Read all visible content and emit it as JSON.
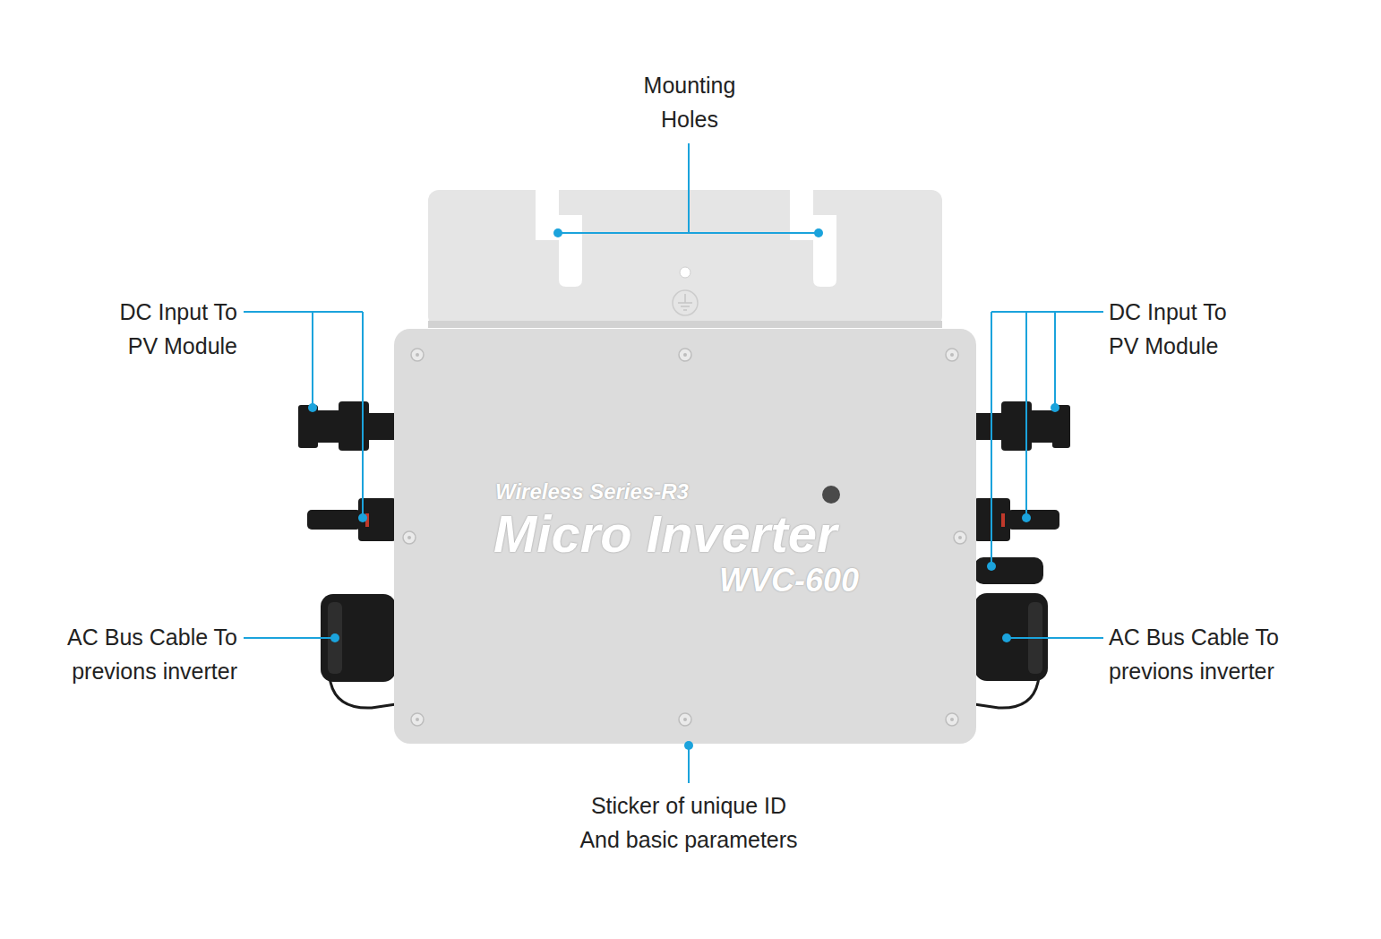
{
  "diagram": {
    "nodes": [
      {
        "text": [
          "Wireless Series-R3",
          "Micro Inverter",
          "WVC-600"
        ]
      }
    ],
    "labels": [
      "Mounting Holes",
      "DC Input To PV Module",
      "DC Input To PV Module",
      "AC Bus Cable To previons inverter",
      "AC Bus Cable To previons inverter",
      "Sticker of unique ID And basic parameters"
    ]
  }
}
